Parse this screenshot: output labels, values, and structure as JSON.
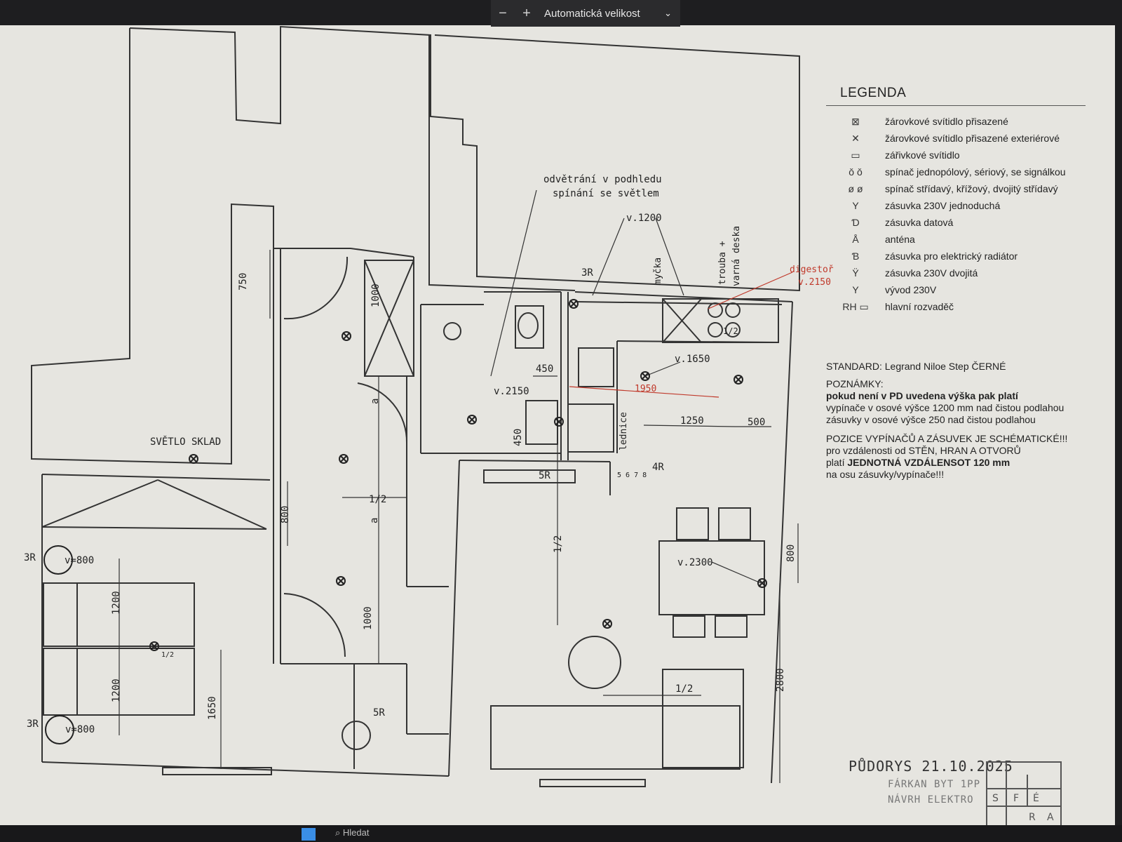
{
  "toolbar": {
    "minus": "−",
    "plus": "+",
    "zoom_label": "Automatická velikost",
    "chevron": "⌄"
  },
  "plan_labels": {
    "ventilation_1": "odvětrání v podhledu",
    "ventilation_2": "spínání se světlem",
    "v1200": "v.1200",
    "r3_top": "3R",
    "dishwasher": "myčka",
    "oven_1": "trouba +",
    "oven_2": "varná deska",
    "hood_1": "digestoř",
    "hood_2": "v.2150",
    "d750": "750",
    "d1000_a": "1000",
    "d450_a": "450",
    "v2150": "v.2150",
    "v1650": "v.1650",
    "d1950": "1950",
    "d1250": "1250",
    "d500": "500",
    "fridge": "lednice",
    "d450_b": "450",
    "r4": "4R",
    "r5_mid": "5R",
    "sw_5678": "5 6 7 8",
    "storage_light": "SVĚTLO SKLAD",
    "d800_a": "800",
    "r3_left": "3R",
    "v800_a": "v=800",
    "d1200_a": "1200",
    "d1200_b": "1200",
    "d1650": "1650",
    "r3_left_b": "3R",
    "v800_b": "v=800",
    "d1000_b": "1000",
    "r5_bot": "5R",
    "half_a": "1/2",
    "half_b": "1/2",
    "half_c": "1/2",
    "half_d": "1/2",
    "half_e": "1/2",
    "a_1": "a",
    "a_2": "a",
    "v2300": "v.2300",
    "d800_b": "800",
    "d2800": "2800"
  },
  "legend": {
    "title": "LEGENDA",
    "items": [
      {
        "symbol": "⊠",
        "text": "žárovkové svítidlo přisazené"
      },
      {
        "symbol": "✕",
        "text": "žárovkové svítidlo přisazené exteriérové"
      },
      {
        "symbol": "▭",
        "text": "zářivkové svítidlo"
      },
      {
        "symbol": "ǒ ǒ",
        "text": "spínač jednopólový, sériový, se signálkou"
      },
      {
        "symbol": "ø ø",
        "text": "spínač střídavý, křížový, dvojitý střídavý"
      },
      {
        "symbol": "Y",
        "text": "zásuvka 230V jednoduchá"
      },
      {
        "symbol": "Ɗ",
        "text": "zásuvka datová"
      },
      {
        "symbol": "Å",
        "text": "anténa"
      },
      {
        "symbol": "Ɓ",
        "text": "zásuvka pro elektrický radiátor"
      },
      {
        "symbol": "Ÿ",
        "text": "zásuvka 230V dvojitá"
      },
      {
        "symbol": "Y",
        "text": "vývod 230V"
      },
      {
        "symbol": "RH ▭",
        "text": "hlavní rozvaděč"
      }
    ]
  },
  "notes": {
    "standard": "STANDARD: Legrand Niloe Step ČERNÉ",
    "poznamky": "POZNÁMKY:",
    "bold_line": "pokud není v PD uvedena výška pak platí",
    "line1": "vypínače v osové výšce  1200 mm nad čistou podlahou",
    "line2": "zásuvky v osové výšce  250 nad čistou podlahou",
    "pos_title": "POZICE VYPÍNAČŮ A ZÁSUVEK JE SCHÉMATICKÉ!!!",
    "pos_line1": "pro vzdálenosti od STĚN, HRAN A OTVORŮ",
    "pos_line2a": "platí ",
    "pos_line2b": "JEDNOTNÁ VZDÁLENSOT 120 mm",
    "pos_line3": "na osu zásuvky/vypínače!!!"
  },
  "title_block": {
    "title": "PŮDORYS 21.10.2025",
    "sub1": "FÁRKAN BYT 1PP",
    "sub2": "NÁVRH ELEKTRO",
    "logo": [
      "S",
      "F",
      "É",
      "R",
      "A"
    ]
  },
  "taskbar": {
    "search": "Hledat"
  }
}
